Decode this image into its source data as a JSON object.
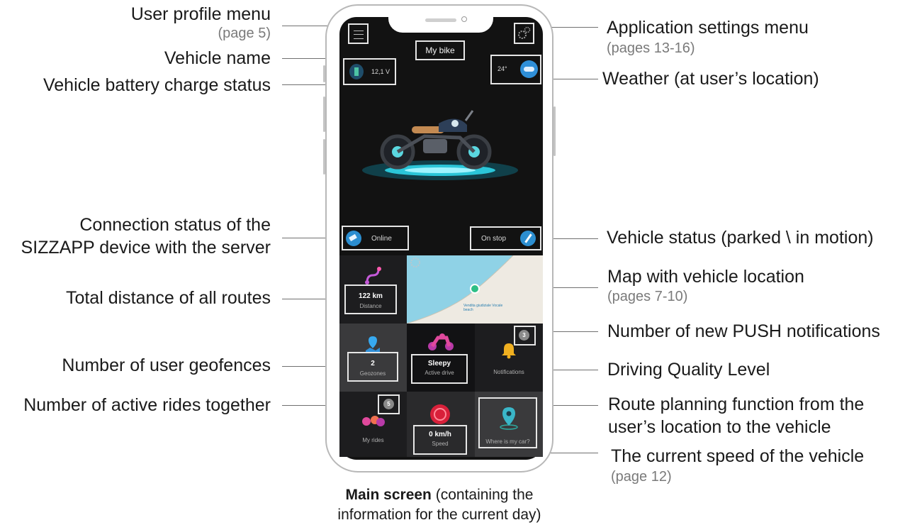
{
  "callouts": {
    "user_profile": {
      "title": "User profile menu",
      "page": "(page 5)"
    },
    "vehicle_name": {
      "title": "Vehicle name"
    },
    "battery": {
      "title": "Vehicle battery charge status"
    },
    "connection": {
      "line1": "Connection status of the",
      "line2": "SIZZAPP device with the server"
    },
    "total_distance": {
      "title": "Total distance of all routes"
    },
    "geofences": {
      "title": "Number of user geofences"
    },
    "active_rides": {
      "title": "Number of active rides together"
    },
    "settings": {
      "title": "Application settings menu",
      "page": "(pages 13-16)"
    },
    "weather": {
      "title": "Weather (at user’s location)"
    },
    "vehicle_status": {
      "title": "Vehicle status (parked \\ in motion)"
    },
    "map": {
      "title": "Map with vehicle location",
      "page": "(pages 7-10)"
    },
    "push": {
      "title": "Number of new PUSH notifications"
    },
    "driving_quality": {
      "title": "Driving Quality Level"
    },
    "route_planning": {
      "line1": "Route planning function from the",
      "line2": "user’s location to the vehicle"
    },
    "current_speed": {
      "title": "The current speed of the vehicle",
      "page": "(page 12)"
    }
  },
  "caption": {
    "bold": "Main screen",
    "rest_line1": " (containing the",
    "line2": "information for the current day)"
  },
  "app": {
    "vehicle_name": "My bike",
    "battery_voltage": "12,1 V",
    "temperature": "24°",
    "connection_status": "Online",
    "vehicle_state": "On stop",
    "distance": {
      "value": "122 km",
      "label": "Distance"
    },
    "geozones": {
      "value": "2",
      "label": "Geozones"
    },
    "active_drive": {
      "value": "Sleepy",
      "label": "Active drive"
    },
    "notifications": {
      "label": "Notifications",
      "badge": "3"
    },
    "my_rides": {
      "label": "My rides",
      "badge": "5"
    },
    "speed": {
      "value": "0 km/h",
      "label": "Speed"
    },
    "where_is_car": {
      "label": "Where is my car?"
    },
    "map_place_label": "Vendita giudiziale Vocale beach"
  },
  "colors": {
    "screen_bg": "#121212",
    "map_sea": "#8fd2e6",
    "map_land": "#eeeae2",
    "accent_teal": "#3ed6c8",
    "accent_pink": "#e0499c",
    "accent_blue": "#2f8fd8",
    "accent_red": "#d8203a",
    "accent_yellow": "#f0b020"
  },
  "icons": {
    "menu": "hamburger-icon",
    "settings": "gear-icon",
    "battery": "battery-icon",
    "weather": "cloud-sun-icon",
    "connection": "satellite-icon",
    "vehicle_state": "key-icon",
    "distance": "route-icon",
    "geozones": "map-pin-icon",
    "active_drive": "motorcycle-icon",
    "notifications": "bell-icon",
    "my_rides": "group-ride-icon",
    "speed": "speedometer-icon",
    "where_is_car": "location-pin-icon"
  }
}
